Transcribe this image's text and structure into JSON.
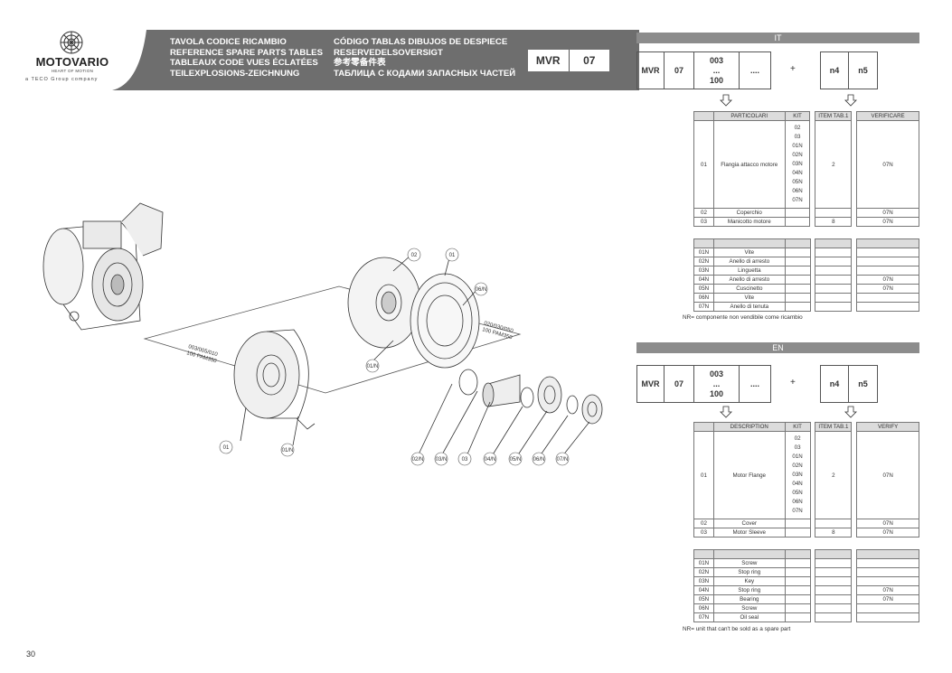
{
  "header": {
    "brand": "MOTOVARIO",
    "brand_tagline": "HEART OF MOTION",
    "group_line": "a TECO Group company",
    "titles_col1": [
      "TAVOLA CODICE RICAMBIO",
      "REFERENCE SPARE PARTS TABLES",
      "TABLEAUX CODE VUES ÉCLATÉES",
      "TEILEXPLOSIONS-ZEICHNUNG"
    ],
    "titles_col2": [
      "CÓDIGO TABLAS DIBUJOS DE DESPIECE",
      "RESERVEDELSOVERSIGT",
      "参考零备件表",
      "ТАБЛИЦА С КОДАМИ ЗАПАСНЫХ ЧАСТЕЙ"
    ],
    "code_model": "MVR",
    "code_num": "07",
    "band_color": "#6e6e6e"
  },
  "drawing": {
    "callouts": [
      "02",
      "01",
      "06/N",
      "01/N",
      "01",
      "01/N",
      "02/N",
      "03/N",
      "03",
      "04/N",
      "05/N",
      "06/N",
      "07/N"
    ],
    "label_left_1": "003/005/010",
    "label_left_2": "100 PAM350",
    "label_right_1": "020/030/050",
    "label_right_2": "100 PAM350"
  },
  "it": {
    "lang": "IT",
    "code": {
      "model": "MVR",
      "size": "07",
      "range_top": "003",
      "range_mid": "...",
      "range_bot": "100",
      "dots": "....",
      "plus": "+",
      "n4": "n4",
      "n5": "n5"
    },
    "table1": {
      "headers": [
        "",
        "PARTICOLARI",
        "KIT",
        "ITEM TAB.1",
        "VERIFICARE"
      ],
      "rows": [
        {
          "code": "01",
          "name": "Flangia attacco motore",
          "kits": [
            "02",
            "03",
            "01N",
            "02N",
            "03N",
            "04N",
            "05N",
            "06N",
            "07N"
          ],
          "item": "2",
          "verify": "07N"
        },
        {
          "code": "02",
          "name": "Coperchio",
          "item": "",
          "verify": "07N"
        },
        {
          "code": "03",
          "name": "Manicotto motore",
          "item": "8",
          "verify": "07N"
        }
      ]
    },
    "table2": {
      "rows": [
        {
          "code": "01N",
          "name": "Vite",
          "verify": ""
        },
        {
          "code": "02N",
          "name": "Anello di arresto",
          "verify": ""
        },
        {
          "code": "03N",
          "name": "Linguetta",
          "verify": ""
        },
        {
          "code": "04N",
          "name": "Anello di arresto",
          "verify": "07N"
        },
        {
          "code": "05N",
          "name": "Cuscinetto",
          "verify": "07N"
        },
        {
          "code": "06N",
          "name": "Vite",
          "verify": ""
        },
        {
          "code": "07N",
          "name": "Anello di tenuta",
          "verify": ""
        }
      ]
    },
    "note": "NR= componente non vendibile come ricambio"
  },
  "en": {
    "lang": "EN",
    "code": {
      "model": "MVR",
      "size": "07",
      "range_top": "003",
      "range_mid": "...",
      "range_bot": "100",
      "dots": "....",
      "plus": "+",
      "n4": "n4",
      "n5": "n5"
    },
    "table1": {
      "headers": [
        "",
        "DESCRIPTION",
        "KIT",
        "ITEM TAB.1",
        "VERIFY"
      ],
      "rows": [
        {
          "code": "01",
          "name": "Motor Flange",
          "kits": [
            "02",
            "03",
            "01N",
            "02N",
            "03N",
            "04N",
            "05N",
            "06N",
            "07N"
          ],
          "item": "2",
          "verify": "07N"
        },
        {
          "code": "02",
          "name": "Cover",
          "item": "",
          "verify": "07N"
        },
        {
          "code": "03",
          "name": "Motor Sleeve",
          "item": "8",
          "verify": "07N"
        }
      ]
    },
    "table2": {
      "rows": [
        {
          "code": "01N",
          "name": "Screw",
          "verify": ""
        },
        {
          "code": "02N",
          "name": "Stop ring",
          "verify": ""
        },
        {
          "code": "03N",
          "name": "Key",
          "verify": ""
        },
        {
          "code": "04N",
          "name": "Stop ring",
          "verify": "07N"
        },
        {
          "code": "05N",
          "name": "Bearing",
          "verify": "07N"
        },
        {
          "code": "06N",
          "name": "Screw",
          "verify": ""
        },
        {
          "code": "07N",
          "name": "Oil seal",
          "verify": ""
        }
      ]
    },
    "note": "NR= unit that can't be sold as a spare part"
  },
  "page_number": "30"
}
